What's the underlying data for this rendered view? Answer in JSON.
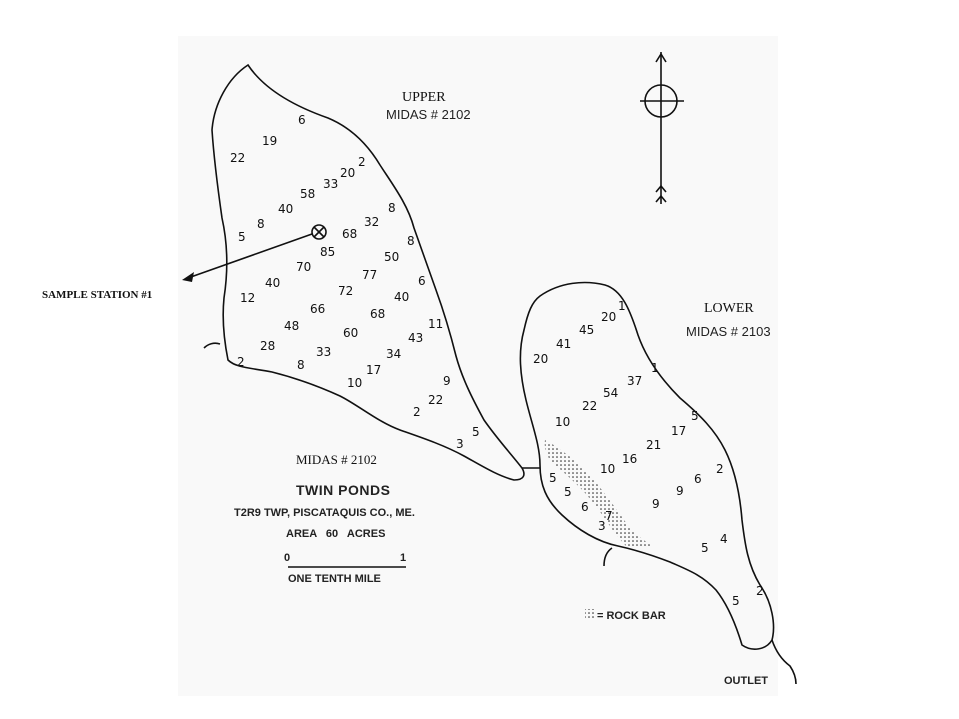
{
  "upper_pond": {
    "name": "UPPER",
    "midas": "MIDAS # 2102",
    "depths": [
      {
        "text": "6"
      },
      {
        "text": "19"
      },
      {
        "text": "22"
      },
      {
        "text": "2"
      },
      {
        "text": "20"
      },
      {
        "text": "33"
      },
      {
        "text": "58"
      },
      {
        "text": "40"
      },
      {
        "text": "8"
      },
      {
        "text": "5"
      },
      {
        "text": "8"
      },
      {
        "text": "32"
      },
      {
        "text": "68"
      },
      {
        "text": "85"
      },
      {
        "text": "8"
      },
      {
        "text": "50"
      },
      {
        "text": "70"
      },
      {
        "text": "40"
      },
      {
        "text": "77"
      },
      {
        "text": "6"
      },
      {
        "text": "12"
      },
      {
        "text": "72"
      },
      {
        "text": "40"
      },
      {
        "text": "66"
      },
      {
        "text": "68"
      },
      {
        "text": "48"
      },
      {
        "text": "11"
      },
      {
        "text": "60"
      },
      {
        "text": "43"
      },
      {
        "text": "28"
      },
      {
        "text": "33"
      },
      {
        "text": "34"
      },
      {
        "text": "2"
      },
      {
        "text": "8"
      },
      {
        "text": "17"
      },
      {
        "text": "10"
      },
      {
        "text": "9"
      },
      {
        "text": "22"
      },
      {
        "text": "2"
      },
      {
        "text": "5"
      },
      {
        "text": "3"
      }
    ]
  },
  "lower_pond": {
    "name": "LOWER",
    "midas": "MIDAS # 2103",
    "depths": [
      {
        "text": "1"
      },
      {
        "text": "20"
      },
      {
        "text": "45"
      },
      {
        "text": "41"
      },
      {
        "text": "20"
      },
      {
        "text": "1"
      },
      {
        "text": "37"
      },
      {
        "text": "54"
      },
      {
        "text": "22"
      },
      {
        "text": "10"
      },
      {
        "text": "5"
      },
      {
        "text": "17"
      },
      {
        "text": "21"
      },
      {
        "text": "16"
      },
      {
        "text": "10"
      },
      {
        "text": "2"
      },
      {
        "text": "6"
      },
      {
        "text": "9"
      },
      {
        "text": "9"
      },
      {
        "text": "5"
      },
      {
        "text": "5"
      },
      {
        "text": "6"
      },
      {
        "text": "7"
      },
      {
        "text": "3"
      },
      {
        "text": "4"
      },
      {
        "text": "5"
      },
      {
        "text": "2"
      },
      {
        "text": "5"
      }
    ]
  },
  "sample_station_label": "SAMPLE STATION #1",
  "midas_caption": "MIDAS # 2102",
  "title": {
    "name": "TWIN PONDS",
    "location": "T2R9 TWP, PISCATAQUIS CO., ME.",
    "area": "AREA   60   ACRES"
  },
  "scale_bar": {
    "start": "0",
    "end": "1",
    "label": "ONE TENTH MILE"
  },
  "legend": {
    "rock_bar": "= ROCK BAR"
  },
  "outlet_label": "OUTLET"
}
